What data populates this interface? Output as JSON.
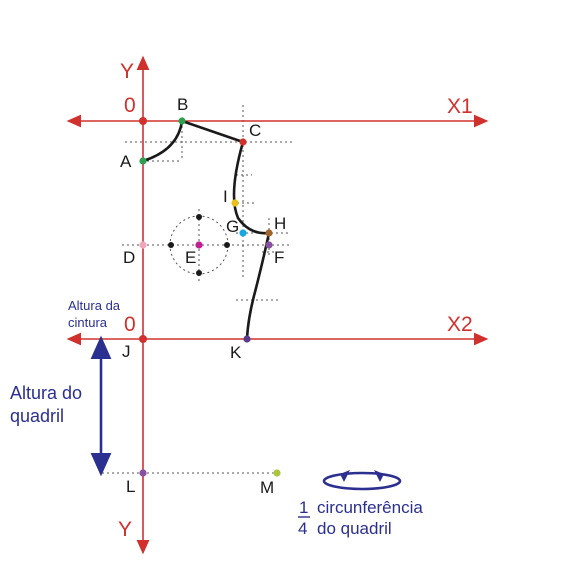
{
  "axes": {
    "y_top": "Y",
    "y_bottom": "Y",
    "origin_top": "0",
    "origin_bottom": "0",
    "x1": "X1",
    "x2": "X2"
  },
  "points": {
    "A": "A",
    "B": "B",
    "C": "C",
    "D": "D",
    "E": "E",
    "F": "F",
    "G": "G",
    "H": "H",
    "I": "I",
    "J": "J",
    "K": "K",
    "L": "L",
    "M": "M"
  },
  "annotations": {
    "waist_line1": "Altura da",
    "waist_line2": "cintura",
    "hip_line1": "Altura do",
    "hip_line2": "quadril",
    "fraction_num": "1",
    "fraction_den": "4",
    "hip_circ_line1": "circunferência",
    "hip_circ_line2": "do quadril"
  },
  "colors": {
    "axis": "#d0312d",
    "curve": "#1a1a1a",
    "guide": "#555555",
    "annotation": "#2b2f8f",
    "pt_A": "#2e9e4f",
    "pt_B": "#2e9e4f",
    "pt_C": "#d0312d",
    "pt_D": "#f0a8b8",
    "pt_E": "#c0208f",
    "pt_F": "#8a4fa0",
    "pt_G": "#1aa6e0",
    "pt_H": "#a0642a",
    "pt_I": "#e8c21a",
    "pt_J": "#d0312d",
    "pt_K": "#5a3a8a",
    "pt_L": "#8a4fa0",
    "pt_M": "#a8c83a"
  }
}
